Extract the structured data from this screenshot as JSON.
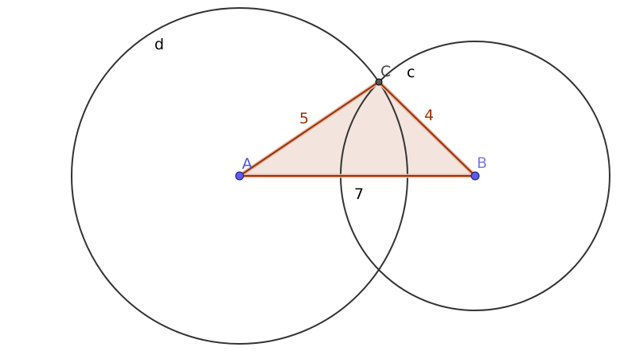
{
  "diagram": {
    "points": [
      {
        "id": "A",
        "label": "A"
      },
      {
        "id": "B",
        "label": "B"
      },
      {
        "id": "C",
        "label": "C"
      }
    ],
    "segments": [
      {
        "from": "A",
        "to": "C",
        "length_label": "5"
      },
      {
        "from": "C",
        "to": "B",
        "length_label": "4"
      },
      {
        "from": "A",
        "to": "B",
        "length_label": "7"
      }
    ],
    "circles": [
      {
        "name": "d",
        "center": "A",
        "radius_length": 5
      },
      {
        "name": "c",
        "center": "B",
        "radius_length": 4
      }
    ],
    "colors": {
      "circle_stroke": "#333333",
      "segment_stroke": "#993300",
      "segment_outline": "#e6b8a8",
      "triangle_fill": "#f3e4de",
      "point_blue_fill": "#5b5bf0",
      "point_blue_label": "#5151e6",
      "point_c_fill": "#555555",
      "point_c_label": "#444444",
      "segment_label": "#993300",
      "circle_label": "#000000"
    }
  }
}
